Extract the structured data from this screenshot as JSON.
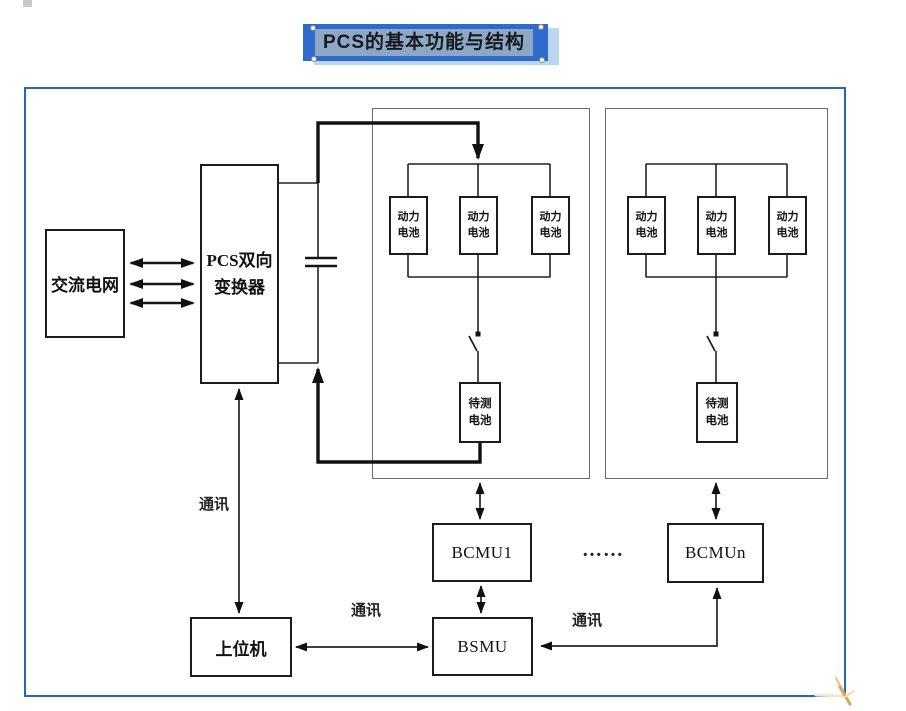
{
  "title": {
    "text": "PCS的基本功能与结构"
  },
  "colors": {
    "frame_blue": "#2563c4",
    "title_border_blue": "#2e6bcd",
    "title_panel_blue": "#8da7c7",
    "title_shadow_blue": "#bcd6f1",
    "line_color": "#1c1c1c",
    "container_gray": "#6a6a6a",
    "sparkle_orange": "#dda45c"
  },
  "diagram": {
    "ac_grid": "交流电网",
    "pcs_converter": "PCS双向\n变换器",
    "power_battery": "动力\n电池",
    "test_battery": "待测\n电池",
    "bcmu1": "BCMU1",
    "bcmun": "BCMUn",
    "bsmu": "BSMU",
    "host_computer": "上位机",
    "comm_pcs_host": "通讯",
    "comm_host_bsmu": "通讯",
    "comm_bsmu_bcmun": "通讯",
    "ellipsis": "……"
  }
}
